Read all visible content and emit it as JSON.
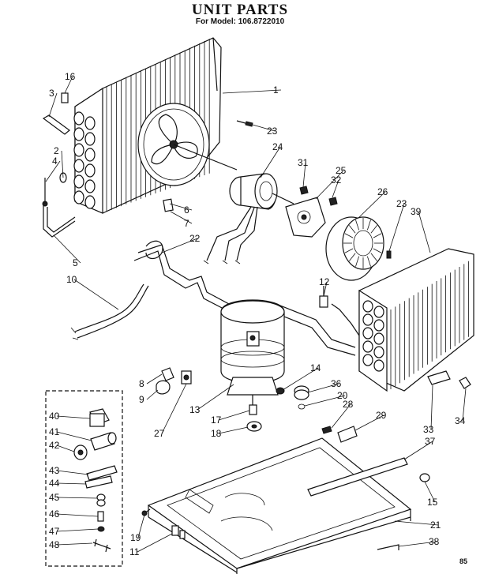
{
  "header": {
    "title": "UNIT PARTS",
    "subtitle": "For Model: 106.8722010",
    "page_number": "85"
  },
  "callouts": [
    "1",
    "2",
    "3",
    "4",
    "5",
    "6",
    "7",
    "8",
    "9",
    "10",
    "11",
    "12",
    "13",
    "14",
    "15",
    "16",
    "17",
    "18",
    "19",
    "20",
    "21",
    "22",
    "23",
    "23",
    "24",
    "25",
    "26",
    "27",
    "28",
    "29",
    "31",
    "32",
    "33",
    "34",
    "36",
    "37",
    "38",
    "39",
    "40",
    "41",
    "42",
    "43",
    "44",
    "45",
    "46",
    "47",
    "48"
  ],
  "colors": {
    "ink": "#111111",
    "paper": "#ffffff"
  }
}
